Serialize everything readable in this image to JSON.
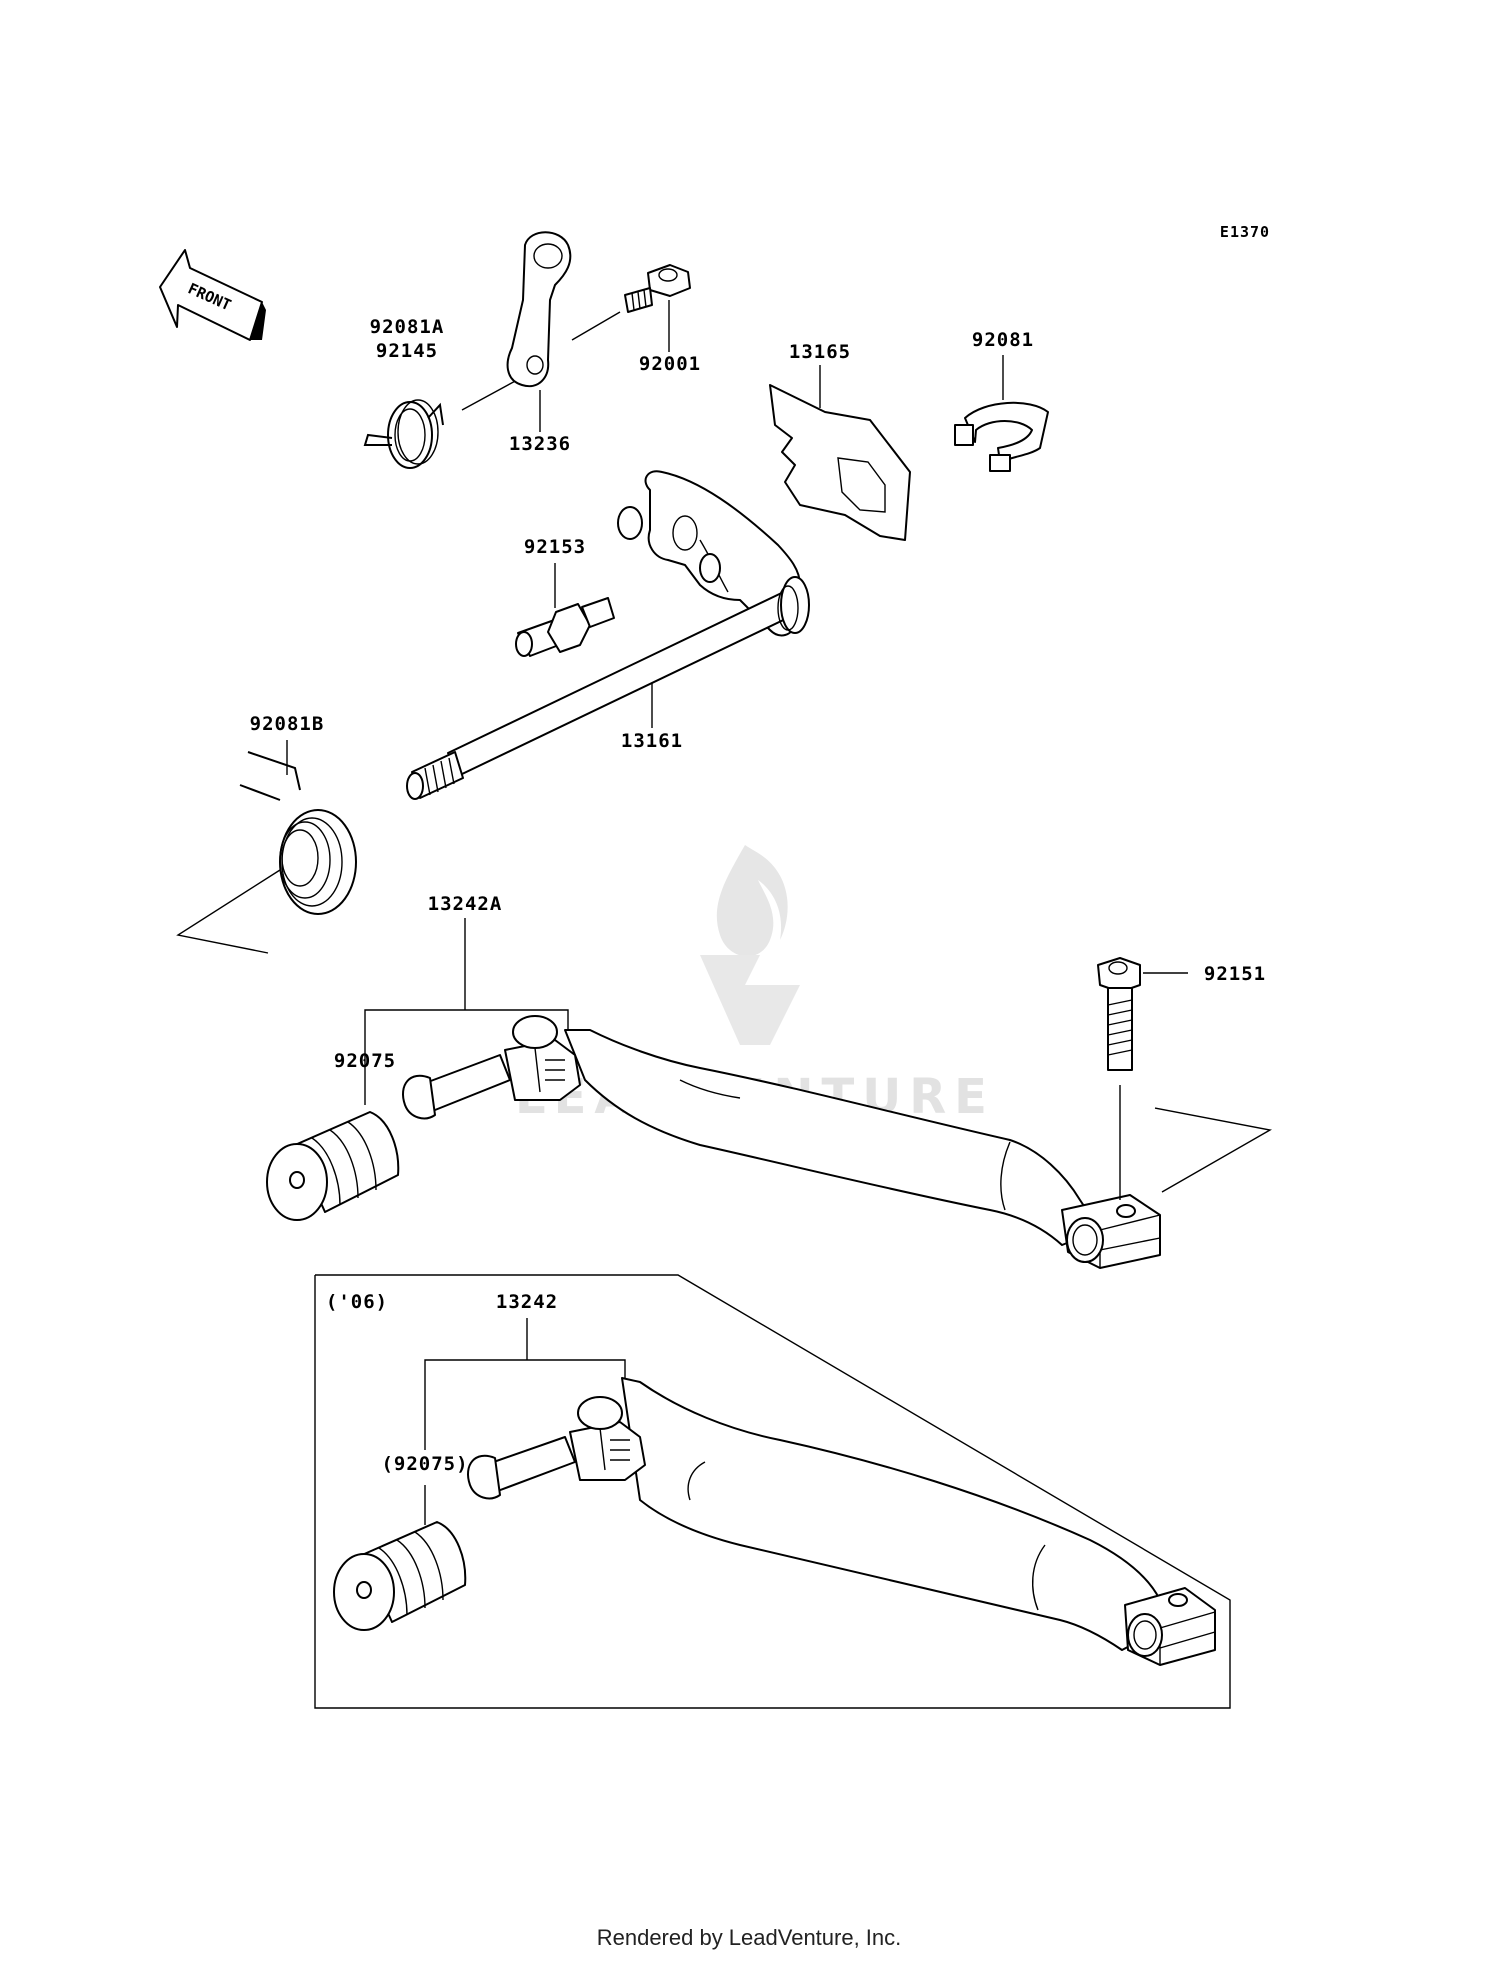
{
  "diagram_code": "E1370",
  "front_arrow": {
    "label": "FRONT",
    "icon": "front-arrow-icon"
  },
  "labels": {
    "p92081A": "92081A",
    "p92145": "92145",
    "p13236": "13236",
    "p92001": "92001",
    "p13165": "13165",
    "p92081": "92081",
    "p92153": "92153",
    "p13161": "13161",
    "p92081B": "92081B",
    "p13242A": "13242A",
    "p92151": "92151",
    "p92075": "92075",
    "inset_year": "('06)",
    "p13242": "13242",
    "p92075_inset": "(92075)"
  },
  "watermark": {
    "text": "LEADVENTURE",
    "icon": "leadventure-logo-icon"
  },
  "footer": {
    "text": "Rendered by LeadVenture, Inc."
  },
  "colors": {
    "line": "#000000",
    "background": "#ffffff",
    "watermark": "#e2e2e2"
  }
}
